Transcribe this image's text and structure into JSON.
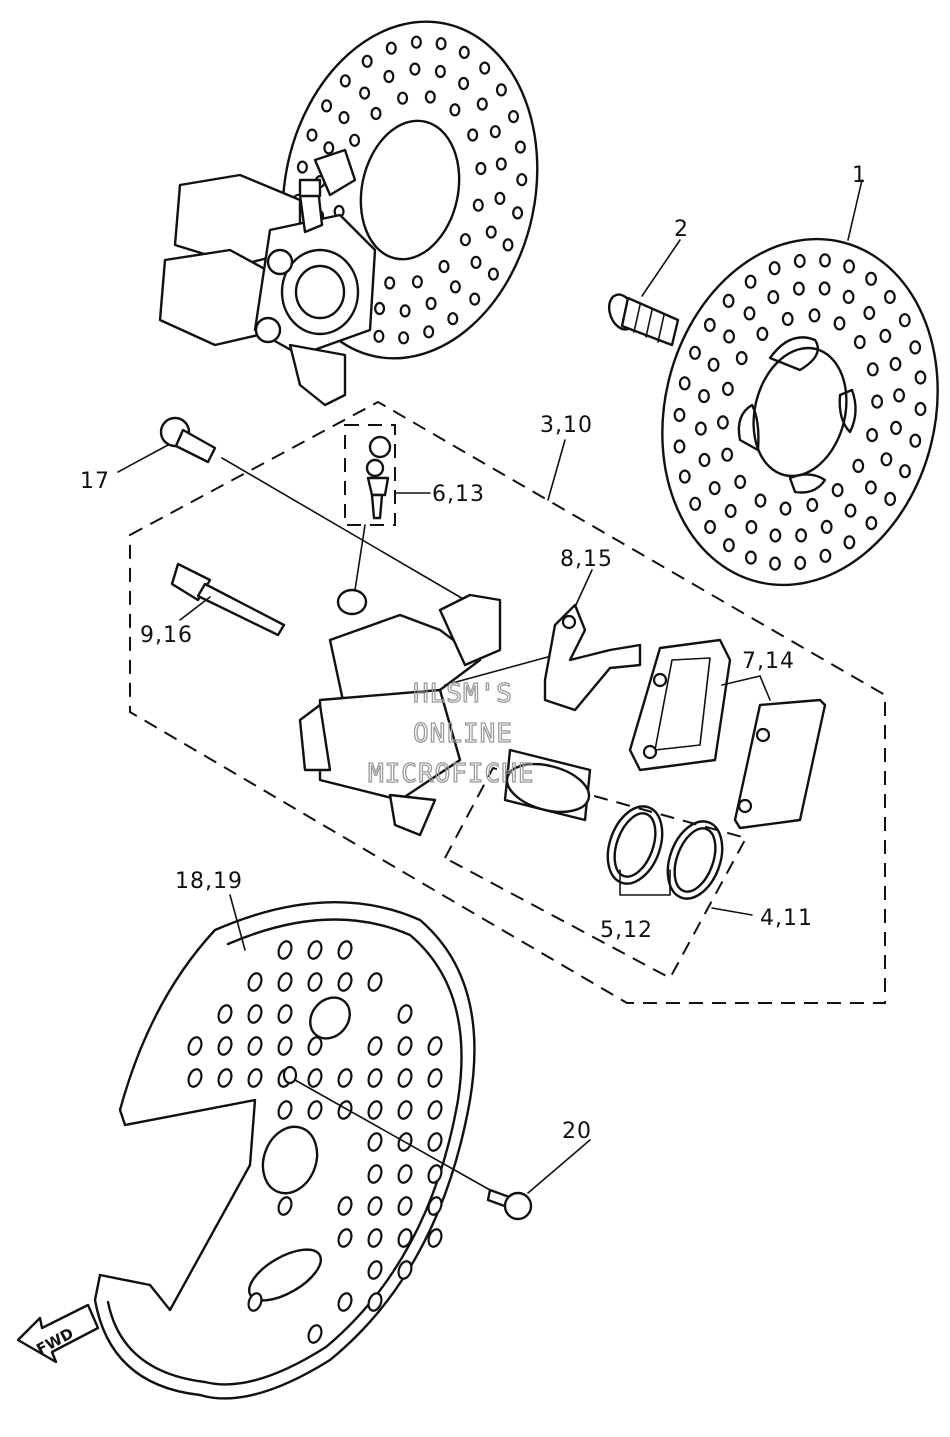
{
  "diagram": {
    "callouts": [
      {
        "id": "c1",
        "text": "1"
      },
      {
        "id": "c2",
        "text": "2"
      },
      {
        "id": "c3",
        "text": "3,10"
      },
      {
        "id": "c4",
        "text": "4,11"
      },
      {
        "id": "c5",
        "text": "5,12"
      },
      {
        "id": "c6",
        "text": "6,13"
      },
      {
        "id": "c7",
        "text": "7,14"
      },
      {
        "id": "c8",
        "text": "8,15"
      },
      {
        "id": "c9",
        "text": "9,16"
      },
      {
        "id": "c17",
        "text": "17"
      },
      {
        "id": "c18",
        "text": "18,19"
      },
      {
        "id": "c20",
        "text": "20"
      }
    ],
    "fwd_label": "FWD",
    "watermark": [
      "HLSM'S",
      "ONLINE",
      "MICROFICHE"
    ]
  }
}
